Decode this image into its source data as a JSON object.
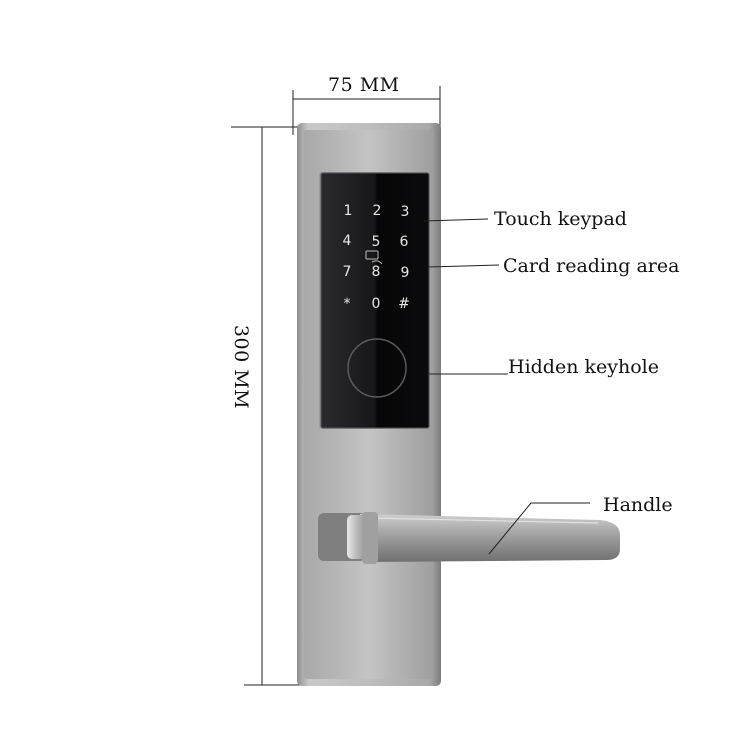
{
  "dimensions": {
    "width_label": "75 MM",
    "height_label": "300 MM"
  },
  "callouts": {
    "touch_keypad": "Touch keypad",
    "card_reading_area": "Card reading area",
    "hidden_keyhole": "Hidden keyhole",
    "handle": "Handle"
  },
  "keypad": {
    "keys": [
      "1",
      "2",
      "3",
      "4",
      "5",
      "6",
      "7",
      "8",
      "9",
      "*",
      "0",
      "#"
    ]
  },
  "colors": {
    "plate": "#b9b9b9",
    "panel": "#0e0e10",
    "line": "#222222"
  }
}
